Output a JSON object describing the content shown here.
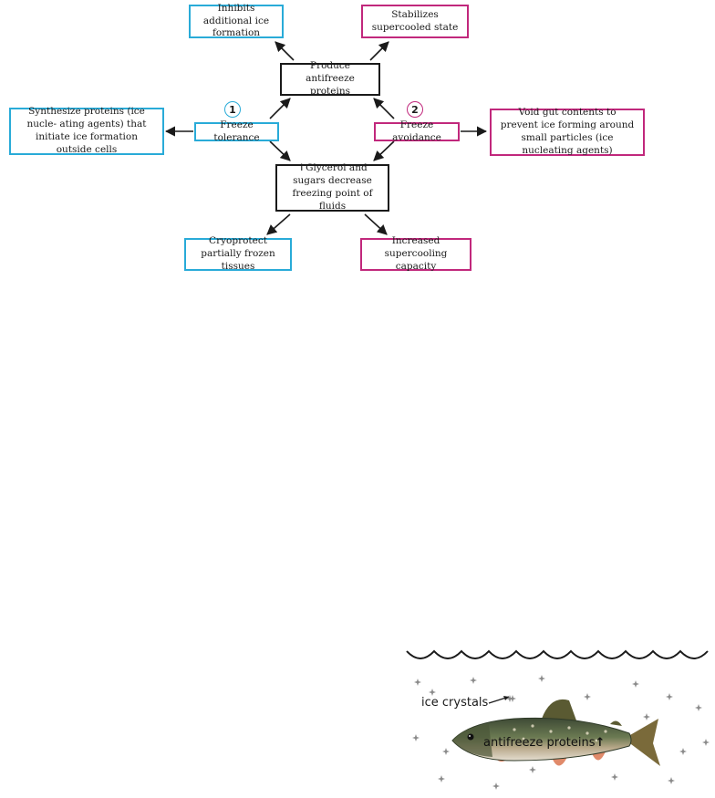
{
  "diagram": {
    "center_top": "Produce antifreeze proteins",
    "center_bottom": "Glycerol and sugars decrease freezing point of fluids",
    "up_arrow_glyph": "↑",
    "tolerance": {
      "number": "1",
      "label": "Freeze tolerance",
      "left": "Synthesize proteins (ice nucle- ating agents) that initiate ice formation outside cells",
      "top": "Inhibits additional ice formation",
      "bottom": "Cryoprotect partially frozen tissues"
    },
    "avoidance": {
      "number": "2",
      "label": "Freeze avoidance",
      "right": "Void gut contents to prevent ice forming around small particles (ice nucleating agents)",
      "top": "Stabilizes supercooled state",
      "bottom": "Increased supercooling capacity"
    },
    "colors": {
      "tolerance": "#29abd8",
      "avoidance": "#c1287c",
      "neutral": "#1a1a1a"
    }
  },
  "illustration": {
    "ice_label": "ice crystals",
    "protein_label": "antifreeze proteins",
    "protein_arrow": "↑"
  }
}
